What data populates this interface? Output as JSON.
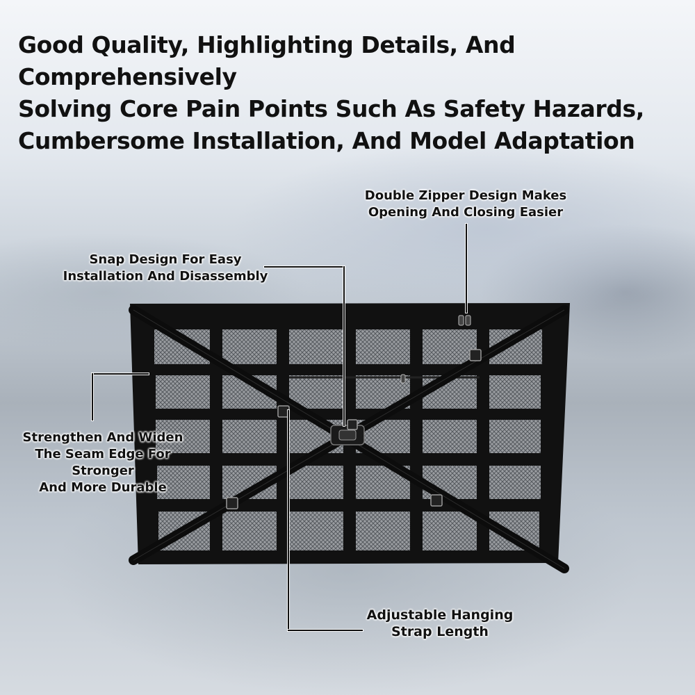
{
  "headline": "Good Quality, Highlighting Details, And Comprehensively\nSolving Core Pain Points Such As Safety Hazards,\nCumbersome Installation, And Model Adaptation",
  "callouts": {
    "zipper": "Double Zipper Design Makes\nOpening And Closing Easier",
    "snap": "Snap Design For Easy\nInstallation And Disassembly",
    "seam": "Strengthen And Widen\nThe Seam Edge For Stronger\nAnd More Durable",
    "strap": "Adjustable Hanging\nStrap Length"
  },
  "colors": {
    "net_fabric": "#111111",
    "mesh": "#8a8d91",
    "background_blur": "#c7cfd8"
  }
}
